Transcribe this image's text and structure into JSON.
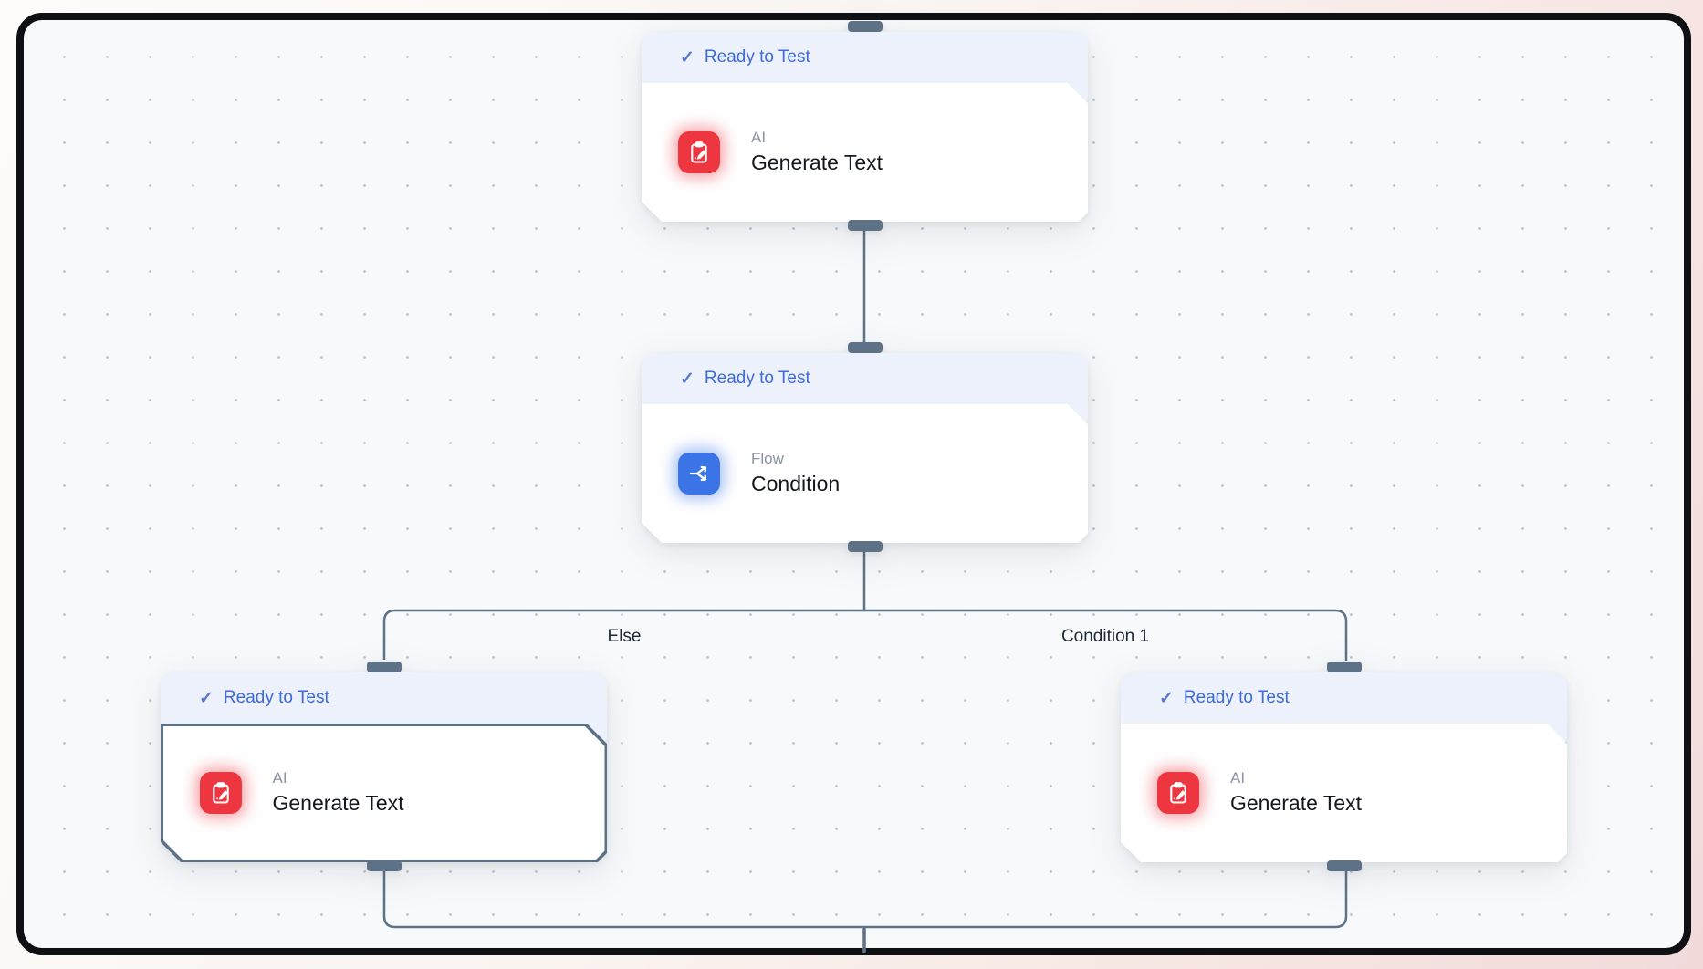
{
  "app": {
    "name": "workflow-builder-canvas"
  },
  "nodes": [
    {
      "id": "generate-text-top",
      "status": "Ready to Test",
      "category": "AI",
      "title": "Generate Text",
      "icon": "clipboard-edit-icon",
      "accent": "#ee3640",
      "selected": false
    },
    {
      "id": "condition",
      "status": "Ready to Test",
      "category": "Flow",
      "title": "Condition",
      "icon": "split-arrows-icon",
      "accent": "#3a74e6",
      "selected": false
    },
    {
      "id": "generate-text-else",
      "status": "Ready to Test",
      "category": "AI",
      "title": "Generate Text",
      "icon": "clipboard-edit-icon",
      "accent": "#ee3640",
      "selected": true
    },
    {
      "id": "generate-text-cond1",
      "status": "Ready to Test",
      "category": "AI",
      "title": "Generate Text",
      "icon": "clipboard-edit-icon",
      "accent": "#ee3640",
      "selected": false
    }
  ],
  "edges": {
    "branch_labels": [
      {
        "text": "Else"
      },
      {
        "text": "Condition 1"
      }
    ]
  },
  "colors": {
    "canvas_bg": "#f7f9fb",
    "canvas_dots": "#c3c9d2",
    "frame_border": "#0e1014",
    "outer_bg_pink": "#f2dadb",
    "badge_bg": "#ecf1fb",
    "badge_text": "#3d6bd7",
    "edge_line": "#5d7389",
    "handle": "#5d7187",
    "selected_border": "#5b7186",
    "ai_icon": "#ee3640",
    "flow_icon": "#3a74e6",
    "title_text": "#14181f",
    "category_text": "#8b93a2"
  }
}
